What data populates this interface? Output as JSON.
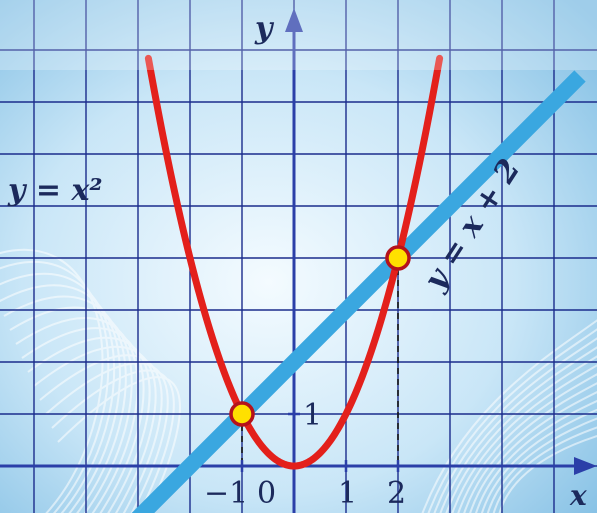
{
  "chart_data": {
    "type": "line",
    "series": [
      {
        "name": "y = x²",
        "function": "x^2",
        "x_range": [
          -2.8,
          2.8
        ]
      },
      {
        "name": "y = x + 2",
        "function": "x + 2",
        "x_range": [
          -3.1,
          5.5
        ]
      }
    ],
    "intersection_points": [
      {
        "x": -1,
        "y": 1
      },
      {
        "x": 2,
        "y": 4
      }
    ],
    "xlabel": "x",
    "ylabel": "y",
    "grid": true,
    "colors": {
      "parabola": "#e3201b",
      "line": "#3aa7e0",
      "grid": "#1b2c8c",
      "axes": "#2b3fa8",
      "points": "#ffe000"
    }
  },
  "labels": {
    "y_axis": "y",
    "x_axis": "x",
    "parabola_eq": "y = x²",
    "line_eq": "y = x + 2",
    "tick_neg1": "−1",
    "tick_0": "0",
    "tick_1": "1",
    "tick_2": "2",
    "tick_y1": "1"
  }
}
